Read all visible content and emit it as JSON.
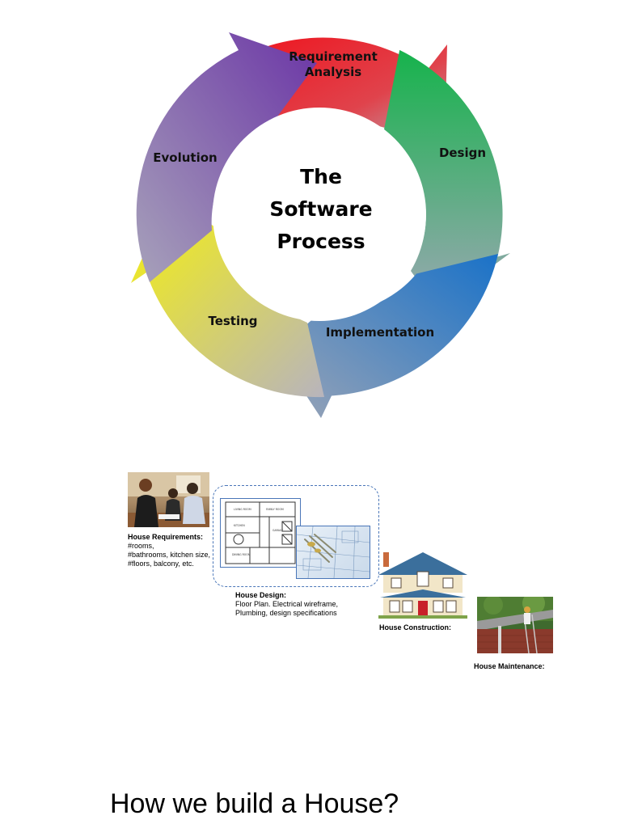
{
  "cycle": {
    "center_line1": "The",
    "center_line2": "Software",
    "center_line3": "Process",
    "stages": {
      "req_line1": "Requirement",
      "req_line2": "Analysis",
      "design": "Design",
      "implementation": "Implementation",
      "testing": "Testing",
      "evolution": "Evolution"
    },
    "colors": {
      "requirement": "#e8121c",
      "design": "#1bb24a",
      "implementation": "#1b6fc4",
      "testing": "#f5f012",
      "evolution": "#6f3aa8"
    }
  },
  "house": {
    "requirements": {
      "title": "House Requirements:",
      "line1": "#rooms,",
      "line2": "#bathrooms, kitchen size,",
      "line3": "#floors, balcony, etc."
    },
    "design": {
      "title": "House Design:",
      "line1": "Floor Plan. Electrical wireframe,",
      "line2": "Plumbing, design specifications"
    },
    "construction": {
      "title": "House Construction:"
    },
    "maintenance": {
      "title": "House Maintenance:"
    },
    "floorplan_labels": {
      "living": "LIVING ROOM",
      "family": "FAMILY ROOM",
      "kitchen": "KITCHEN",
      "dining": "DINING ROOM",
      "garage": "GARAGE"
    }
  },
  "title": "How we build a House?"
}
